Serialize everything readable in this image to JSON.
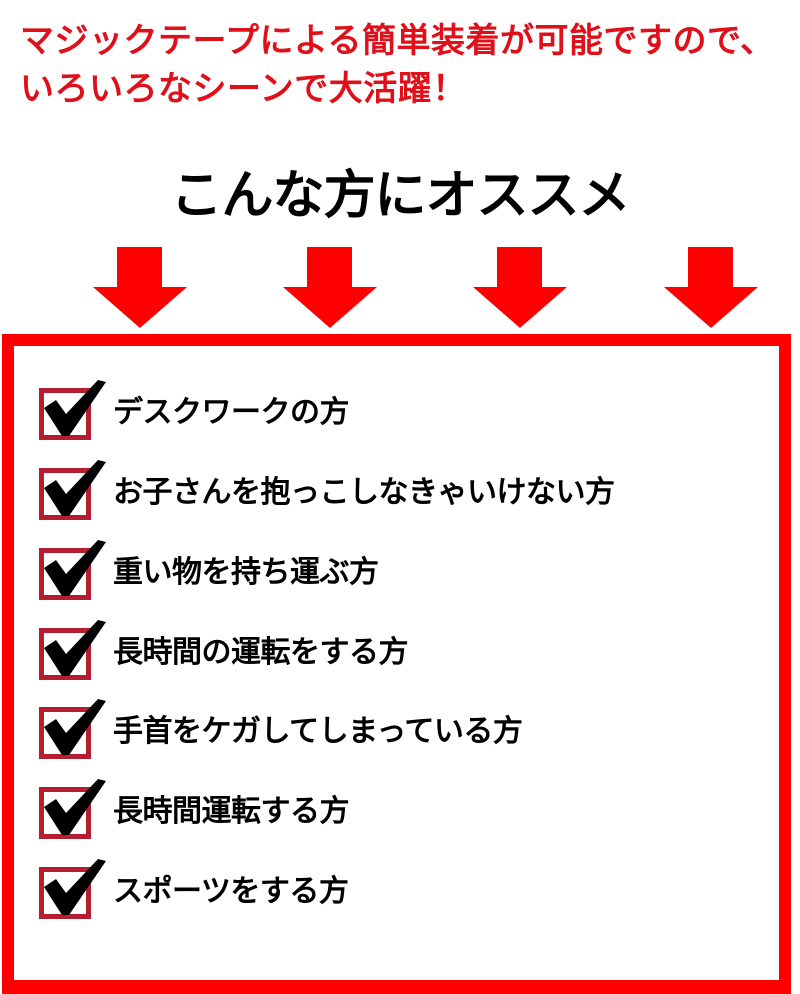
{
  "headline": {
    "lines": [
      "マジックテープによる簡単装着が可能ですので、",
      "いろいろなシーンで大活躍！"
    ],
    "color": "#e0101a"
  },
  "title": "こんな方にオススメ",
  "arrows": {
    "count": 4,
    "icon": "down-arrow-icon",
    "color": "#ff0000"
  },
  "recommend_box": {
    "border_color": "#ff0000",
    "checkbox_border_color": "#b51e2e",
    "check_icon": "checkmark-icon",
    "items": [
      {
        "label": "デスクワークの方",
        "checked": true
      },
      {
        "label": "お子さんを抱っこしなきゃいけない方",
        "checked": true
      },
      {
        "label": "重い物を持ち運ぶ方",
        "checked": true
      },
      {
        "label": "長時間の運転をする方",
        "checked": true
      },
      {
        "label": "手首をケガしてしまっている方",
        "checked": true
      },
      {
        "label": "長時間運転する方",
        "checked": true
      },
      {
        "label": "スポーツをする方",
        "checked": true
      }
    ]
  }
}
